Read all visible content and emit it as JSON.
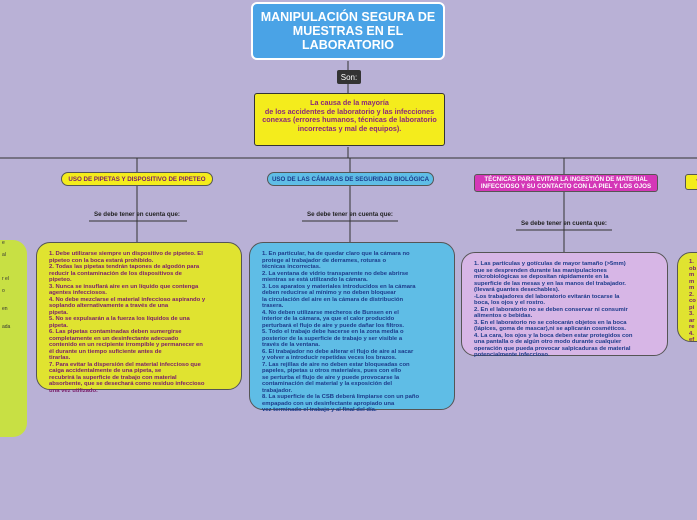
{
  "title": "MANIPULACIÓN SEGURA DE MUESTRAS EN EL LABORATORIO",
  "connector_label": "Son:",
  "cause": "La causa de la mayoría\nde los accidentes de laboratorio y las infecciones conexas (errores humanos, técnicas de laboratorio incorrectas y mal de equipos).",
  "branches": [
    {
      "header": "USO DE PIPETAS Y DISPOSITIVO DE PIPETEO",
      "sub": "Se debe tener en cuenta que:",
      "body": "1. Debe utilizarse siempre un dispositivo de pipeteo. El\npipeteo con la boca estará prohibido.\n2. Todas las pipetas tendrán tapones de algodón para\nreducir la contaminación de los dispositivos de\npipeteo.\n3. Nunca se insuflará aire en un líquido que contenga\nagentes infecciosos.\n4. No debe mezclarse el material infeccioso aspirando y\nsoplando alternativamente a través de una\npipeta.\n5. No se expulsarán a la fuerza los líquidos de una\npipeta.\n6. Las pipetas contaminadas deben sumergirse\ncompletamente en un desinfectante adecuado\ncontenido en un recipiente irrompible y permanecer en\nél durante un tiempo suficiente antes de\ntirarlas.\n7. Para evitar la dispersión del material infeccioso que\ncaiga accidentalmente de una pipeta, se\nrecubrirá la superficie de trabajo con material\nabsorbente, que se desechará como residuo infeccioso\nuna vez utilizado."
    },
    {
      "header": "USO DE LAS CÁMARAS DE SEGURIDAD BIOLÓGICA",
      "sub": "Se debe tener en cuenta que:",
      "body": "1. En particular, ha de quedar claro que la cámara no\nprotege al trabajador de derrames, roturas o\ntécnicas incorrectas.\n2. La ventana de vidrio transparente no debe abrirse\nmientras se está utilizando la cámara.\n3. Los aparatos y materiales introducidos en la cámara\ndeben reducirse al mínimo y no deben bloquear\nla circulación del aire en la cámara de distribución\ntrasera.\n4. No deben utilizarse mecheros de Bunsen en el\ninterior de la cámara, ya que el calor producido\nperturbará el flujo de aire y puede dañar los filtros.\n5. Todo el trabajo debe hacerse en la zona media o\nposterior de la superficie de trabajo y ser visible a\ntravés de la ventana.\n6. El trabajador no debe alterar el flujo de aire al sacar\ny volver a introducir repetidas veces los brazos.\n7. Las rejillas de aire no deben estar bloqueadas con\npapeles, pipetas u otros materiales, pues con ello\nse perturba el flujo de aire y puede provocarse la\ncontaminación del material y la exposición del\ntrabajador.\n8. La superficie de la CSB deberá limpiarse con un paño\nempapado con un desinfectante apropiado una\nvez terminado el trabajo y al final del día."
    },
    {
      "header": "TÉCNICAS PARA EVITAR LA INGESTIÓN DE MATERIAL INFECCIOSO Y SU CONTACTO CON LA PIEL Y LOS OJOS",
      "sub": "Se debe tener en cuenta que:",
      "body": "1. Las partículas y gotículas de mayor tamaño (>5mm)\nque se desprenden durante las manipulaciones\nmicrobiológicas se depositan rápidamente en la\nsuperficie de las mesas y en las manos del trabajador.\n(llevará guantes desechables).\n-Los trabajadores del laboratorio evitarán tocarse la\nboca, los ojos y el rostro.\n2. En el laboratorio no se deben conservar ni consumir\nalimentos o bebidas.\n3. En el laboratorio no se colocarán objetos en la boca\n(lápices, goma de mascar),ni se aplicarán cosméticos.\n4. La cara, los ojos y la boca deben estar protegidos con\nuna pantalla o de algún otro modo durante cualquier\noperación que pueda provocar salpicaduras de material\npotencialmente infeccioso."
    },
    {
      "header": "T",
      "body": "1.\nob\nm\nm\nm\n2.\nco\npi\n3.\nar\nre\n4.\nef"
    }
  ],
  "left_panel_fragments": "e\n\nal\n\n\n\nr el\n\no\n\n\nen\n\n\nada",
  "colors": {
    "background": "#b9b1d6",
    "title": "#4aa3e6",
    "yellow": "#f4ec1c",
    "blue": "#5fbde6",
    "magenta": "#d437b7",
    "lilac": "#d7b6e6",
    "green": "#c8e044"
  }
}
